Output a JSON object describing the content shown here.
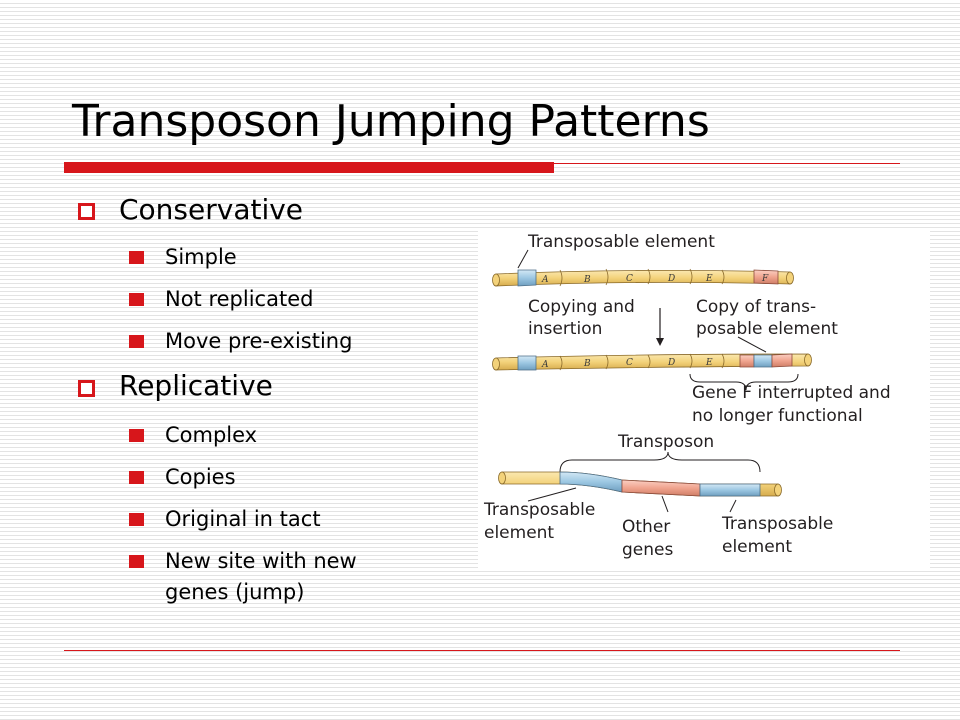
{
  "slide": {
    "title": "Transposon Jumping Patterns",
    "colors": {
      "accent": "#d7161b",
      "text": "#000000"
    },
    "sections": [
      {
        "label": "Conservative",
        "items": [
          "Simple",
          "Not replicated",
          "Move pre-existing"
        ]
      },
      {
        "label": "Replicative",
        "items": [
          "Complex",
          "Copies",
          "Original in tact",
          "New site with new",
          "genes (jump)"
        ]
      }
    ]
  },
  "figure": {
    "labels": {
      "transposable_element_top": "Transposable element",
      "copying_1": "Copying and",
      "copying_2": "insertion",
      "copy_of_1": "Copy of trans-",
      "copy_of_2": "posable element",
      "gene_f_1": "Gene F interrupted and",
      "gene_f_2": "no longer functional",
      "transposon": "Transposon",
      "te_left_1": "Transposable",
      "te_left_2": "element",
      "other_1": "Other",
      "other_2": "genes",
      "te_right_1": "Transposable",
      "te_right_2": "element"
    },
    "segments_top": [
      "A",
      "B",
      "C",
      "D",
      "E",
      "F"
    ],
    "segments_mid": [
      "A",
      "B",
      "C",
      "D",
      "E"
    ],
    "colors": {
      "chromosome": "#f3d27a",
      "transposable_element": "#9cc7e2",
      "gene_f": "#f0a48f",
      "other_genes": "#f2a57f"
    }
  }
}
